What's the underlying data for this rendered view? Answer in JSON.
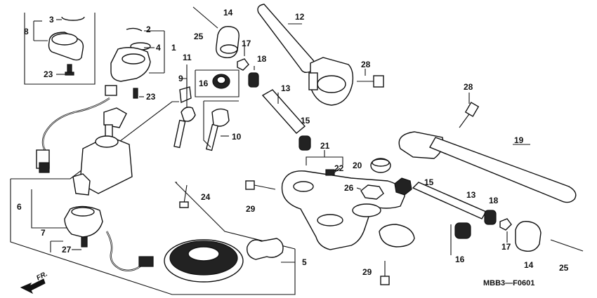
{
  "diagram": {
    "code": "MBB3—F0601",
    "direction": "FR.",
    "labels": [
      {
        "id": "l3",
        "text": "3"
      },
      {
        "id": "l8",
        "text": "8"
      },
      {
        "id": "l2",
        "text": "2"
      },
      {
        "id": "l4",
        "text": "4"
      },
      {
        "id": "l1",
        "text": "1"
      },
      {
        "id": "l23a",
        "text": "23"
      },
      {
        "id": "l23b",
        "text": "23"
      },
      {
        "id": "l14a",
        "text": "14"
      },
      {
        "id": "l25a",
        "text": "25"
      },
      {
        "id": "l17a",
        "text": "17"
      },
      {
        "id": "l18a",
        "text": "18"
      },
      {
        "id": "l16a",
        "text": "16"
      },
      {
        "id": "l11",
        "text": "11"
      },
      {
        "id": "l9",
        "text": "9"
      },
      {
        "id": "l10",
        "text": "10"
      },
      {
        "id": "l12",
        "text": "12"
      },
      {
        "id": "l13a",
        "text": "13"
      },
      {
        "id": "l15a",
        "text": "15"
      },
      {
        "id": "l28a",
        "text": "28"
      },
      {
        "id": "l28b",
        "text": "28"
      },
      {
        "id": "l19",
        "text": "19"
      },
      {
        "id": "l21",
        "text": "21"
      },
      {
        "id": "l22",
        "text": "22"
      },
      {
        "id": "l20",
        "text": "20"
      },
      {
        "id": "l26",
        "text": "26"
      },
      {
        "id": "l15b",
        "text": "15"
      },
      {
        "id": "l13b",
        "text": "13"
      },
      {
        "id": "l29a",
        "text": "29"
      },
      {
        "id": "l29b",
        "text": "29"
      },
      {
        "id": "l24",
        "text": "24"
      },
      {
        "id": "l6",
        "text": "6"
      },
      {
        "id": "l7",
        "text": "7"
      },
      {
        "id": "l27",
        "text": "27"
      },
      {
        "id": "l5",
        "text": "5"
      },
      {
        "id": "l18b",
        "text": "18"
      },
      {
        "id": "l17b",
        "text": "17"
      },
      {
        "id": "l16b",
        "text": "16"
      },
      {
        "id": "l14b",
        "text": "14"
      },
      {
        "id": "l25b",
        "text": "25"
      }
    ]
  }
}
